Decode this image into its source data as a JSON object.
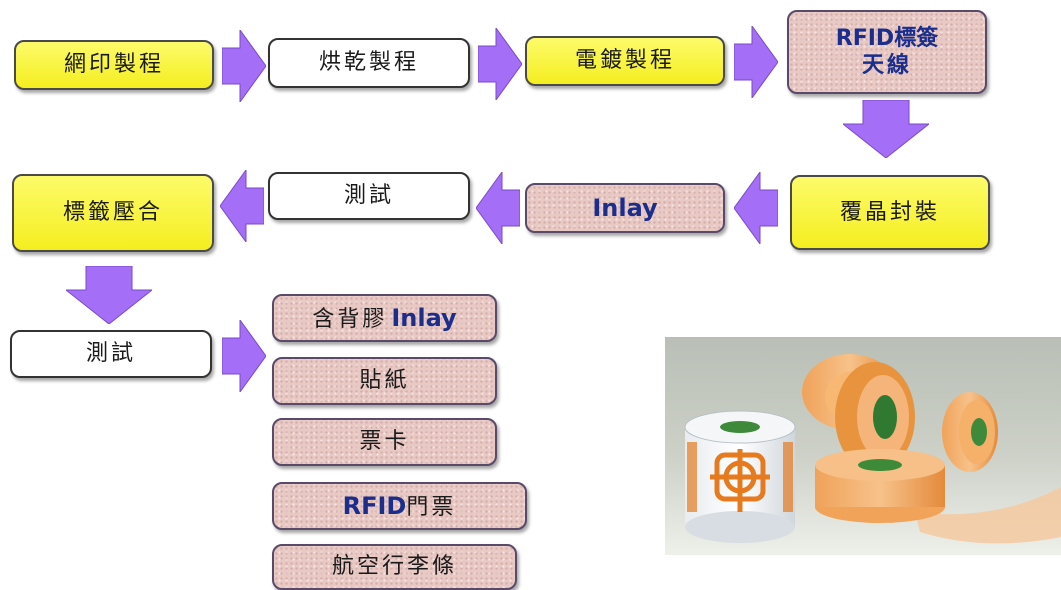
{
  "process_row1": {
    "step1": "網印製程",
    "step2": "烘乾製程",
    "step3": "電鍍製程",
    "step4_line1": "RFID標簽",
    "step4_line2": "天線"
  },
  "process_row2": {
    "step5": "覆晶封裝",
    "step6": "Inlay",
    "step7": "測試",
    "step8": "標籤壓合"
  },
  "process_row3": {
    "step9": "測試"
  },
  "products": [
    {
      "label": "含背膠",
      "suffix": "Inlay"
    },
    {
      "label": "貼紙"
    },
    {
      "label": "票卡"
    },
    {
      "prefix": "RFID",
      "label": "門票"
    },
    {
      "label": "航空行李條"
    }
  ],
  "colors": {
    "arrow": "#a56ef6",
    "yellow_box": "#f4ee1f",
    "pink_box": "#e9c9c4",
    "blue_text": "#1c2e8c"
  },
  "photo": {
    "subject": "rolls of orange RFID inlay labels"
  }
}
